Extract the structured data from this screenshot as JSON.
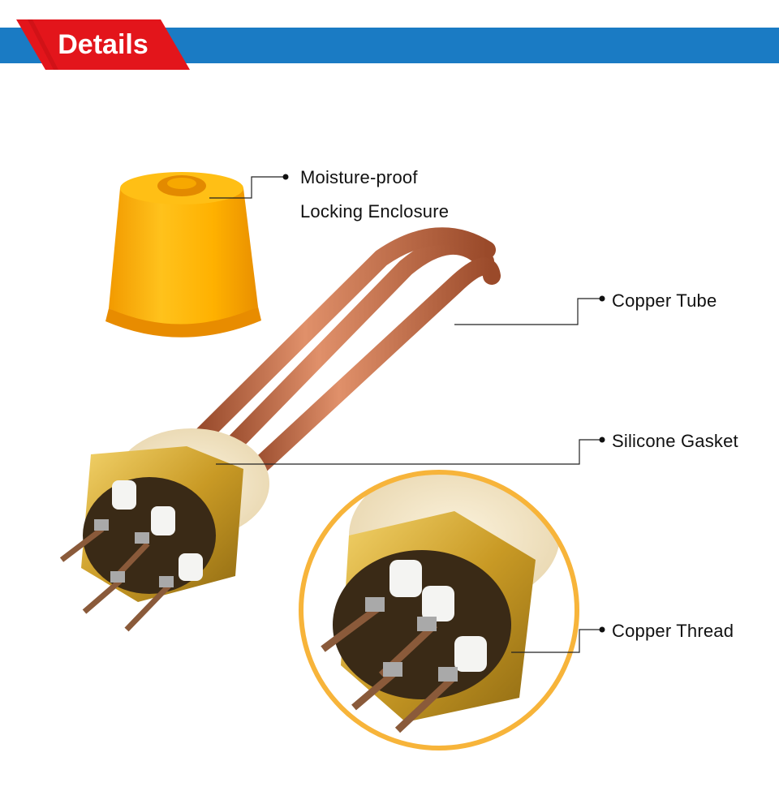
{
  "header": {
    "title": "Details",
    "bar_color": "#1a7bc4",
    "tab_color": "#e3151b"
  },
  "callouts": [
    {
      "label_line1": "Moisture-proof",
      "label_line2": "Locking Enclosure"
    },
    {
      "label": "Copper Tube"
    },
    {
      "label": "Silicone Gasket"
    },
    {
      "label": "Copper Thread"
    }
  ],
  "colors": {
    "cap": "#ffb400",
    "copper": "#c9704a",
    "brass": "#d4a72c",
    "gasket": "#f1e3c4",
    "ring": "#f7b43a"
  },
  "icons": [
    "cap-image",
    "heating-element-image",
    "zoom-detail-image"
  ]
}
